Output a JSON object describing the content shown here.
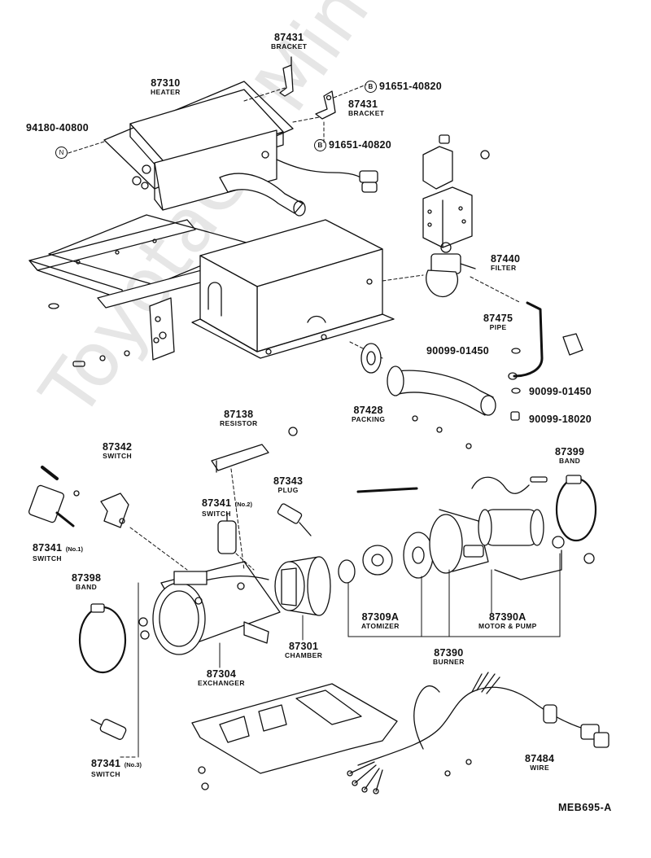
{
  "watermark": "ToyotaCarMine.ru",
  "diagram_ref": "MEB695-A",
  "labels": {
    "bracket_top": {
      "num": "87431",
      "name": "BRACKET"
    },
    "heater": {
      "num": "87310",
      "name": "HEATER"
    },
    "bracket_mid": {
      "num": "87431",
      "name": "BRACKET"
    },
    "bolt_n": {
      "num": "94180-40800",
      "mark": "N"
    },
    "bolt_b1": {
      "num": "91651-40820",
      "mark": "B"
    },
    "bolt_b2": {
      "num": "91651-40820",
      "mark": "B"
    },
    "filter": {
      "num": "87440",
      "name": "FILTER"
    },
    "pipe": {
      "num": "87475",
      "name": "PIPE"
    },
    "washer_1": {
      "num": "90099-01450"
    },
    "washer_2": {
      "num": "90099-01450"
    },
    "screw": {
      "num": "90099-18020"
    },
    "packing": {
      "num": "87428",
      "name": "PACKING"
    },
    "resistor": {
      "num": "87138",
      "name": "RESISTOR"
    },
    "switch_a": {
      "num": "87342",
      "name": "SWITCH"
    },
    "plug": {
      "num": "87343",
      "name": "PLUG"
    },
    "switch_no2": {
      "num": "87341",
      "sub": "(No.2)",
      "name": "SWITCH"
    },
    "switch_no1": {
      "num": "87341",
      "sub": "(No.1)",
      "name": "SWITCH"
    },
    "band_right": {
      "num": "87399",
      "name": "BAND"
    },
    "band_left": {
      "num": "87398",
      "name": "BAND"
    },
    "atomizer": {
      "num": "87309A",
      "name": "ATOMIZER"
    },
    "motor_pump": {
      "num": "87390A",
      "name": "MOTOR & PUMP"
    },
    "chamber": {
      "num": "87301",
      "name": "CHAMBER"
    },
    "burner": {
      "num": "87390",
      "name": "BURNER"
    },
    "exchanger": {
      "num": "87304",
      "name": "EXCHANGER"
    },
    "switch_no3": {
      "num": "87341",
      "sub": "(No.3)",
      "name": "SWITCH"
    },
    "wire": {
      "num": "87484",
      "name": "WIRE"
    }
  }
}
